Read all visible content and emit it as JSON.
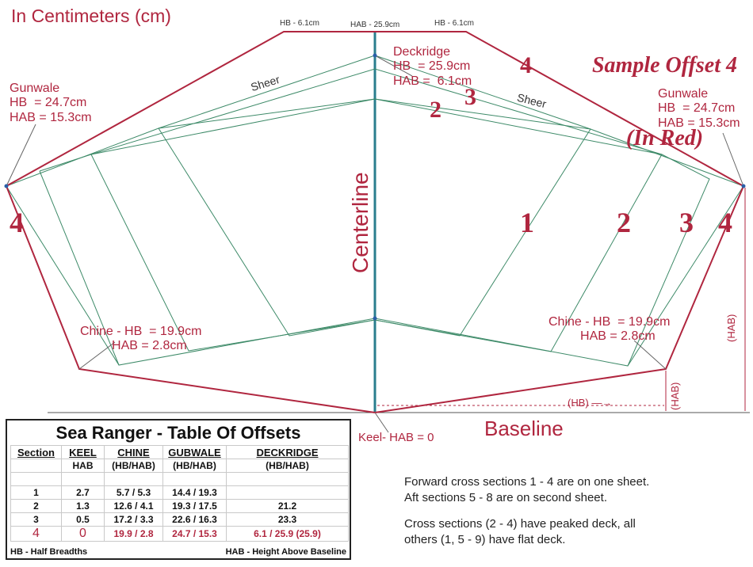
{
  "diagram": {
    "units_title": "In Centimeters (cm)",
    "sample_title_line1": "Sample Offset 4",
    "sample_title_line2": "(In Red)",
    "top_hb_left": "HB - 6.1cm",
    "top_hab": "HAB - 25.9cm",
    "top_hb_right": "HB - 6.1cm",
    "deckridge": "Deckridge\nHB  = 25.9cm\nHAB =  6.1cm",
    "gunwale_left": "Gunwale\nHB  = 24.7cm\nHAB = 15.3cm",
    "gunwale_right": "Gunwale\nHB  = 24.7cm\nHAB = 15.3cm",
    "sheer_left": "Sheer",
    "sheer_right": "Sheer",
    "chine_left": "Chine - HB  = 19.9cm\n         HAB = 2.8cm",
    "chine_right": "Chine - HB  = 19.9cm\n         HAB = 2.8cm",
    "centerline": "Centerline",
    "baseline": "Baseline",
    "keel": "Keel- HAB = 0",
    "hab_right": "(HAB)",
    "hab_lower": "(HAB)",
    "hb_arrow": "(HB) —→",
    "section_numbers": {
      "n4_top": "4",
      "n3_top": "3",
      "n2_top": "2",
      "n4_left": "4",
      "n1_right": "1",
      "n2_right": "2",
      "n3_right": "3",
      "n4_right": "4"
    }
  },
  "table": {
    "title": "Sea Ranger - Table Of Offsets",
    "headers": [
      "Section",
      "KEEL",
      "CHINE",
      "GUBWALE",
      "DECKRIDGE"
    ],
    "subheaders": [
      "",
      "HAB",
      "(HB/HAB)",
      "(HB/HAB)",
      "(HB/HAB)"
    ],
    "rows": [
      [
        "1",
        "2.7",
        "5.7 / 5.3",
        "14.4 / 19.3",
        ""
      ],
      [
        "2",
        "1.3",
        "12.6 / 4.1",
        "19.3 / 17.5",
        "21.2"
      ],
      [
        "3",
        "0.5",
        "17.2 / 3.3",
        "22.6 / 16.3",
        "23.3"
      ],
      [
        "4",
        "0",
        "19.9 / 2.8",
        "24.7 / 15.3",
        "6.1 / 25.9 (25.9)"
      ]
    ],
    "footer_left": "HB - Half Breadths",
    "footer_right": "HAB - Height Above Baseline"
  },
  "notes": {
    "line1": "Forward cross sections 1 - 4 are on one sheet.",
    "line2": "Aft sections 5 - 8 are on second sheet.",
    "line3": "Cross sections (2 - 4) have peaked deck, all",
    "line4": "others (1, 5 - 9) have flat deck."
  }
}
